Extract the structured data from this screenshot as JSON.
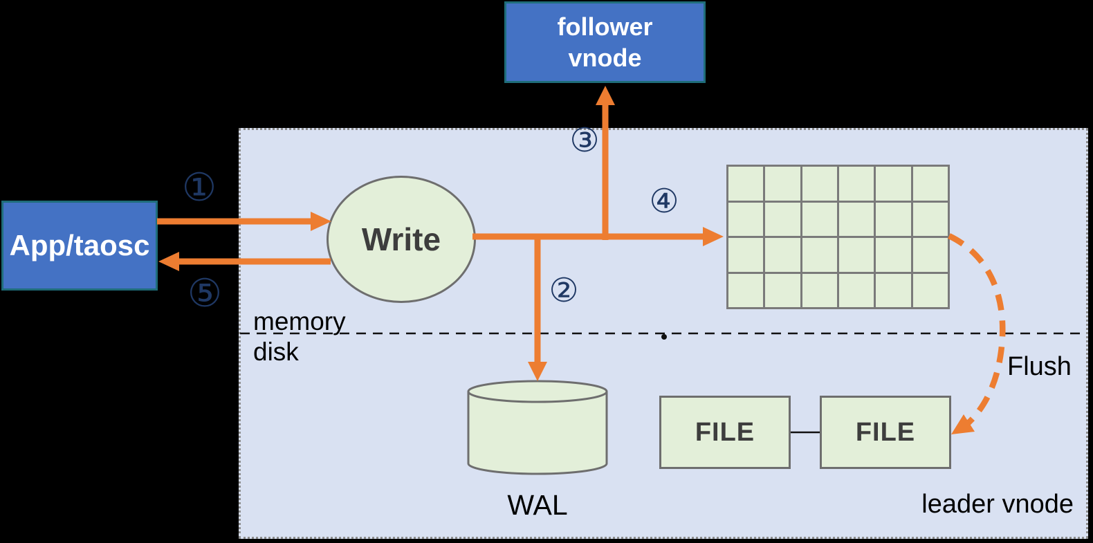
{
  "colors": {
    "orange": "#ed7d31",
    "navy": "#1f3864",
    "blue": "#4472c4",
    "teal": "#1f6d7a",
    "green": "#e3efd9",
    "lavender": "#d9e1f2",
    "node_gray": "#6e6e6e",
    "grid_gray": "#7a7a7a",
    "dot_gray": "#8c8c8c"
  },
  "nodes": {
    "app_taosc": {
      "label": "App/taosc"
    },
    "follower_vnode": {
      "line1": "follower",
      "line2": "vnode"
    },
    "write": {
      "label": "Write"
    },
    "wal": {
      "label": "WAL"
    },
    "file_left": {
      "label": "FILE"
    },
    "file_right": {
      "label": "FILE"
    }
  },
  "labels": {
    "memory": "memory",
    "disk": "disk",
    "flush": "Flush",
    "leader_vnode": "leader vnode"
  },
  "steps": {
    "step1": "①",
    "step2": "②",
    "step3": "③",
    "step4": "④",
    "step5": "⑤"
  },
  "grid": {
    "rows": 4,
    "cols": 6
  }
}
